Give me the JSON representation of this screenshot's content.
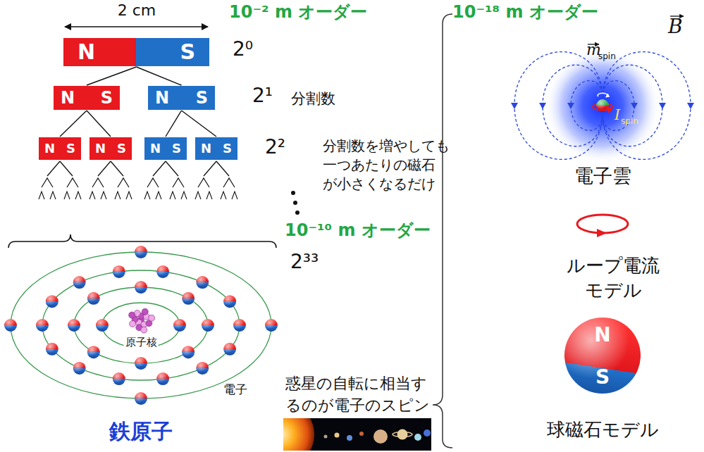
{
  "diagram": {
    "nodes": [
      {
        "text": [
          "N",
          "S"
        ]
      },
      {
        "text": [
          "N",
          "S"
        ]
      },
      {
        "text": [
          "N",
          "S"
        ]
      },
      {
        "text": [
          "N",
          "S"
        ]
      },
      {
        "text": [
          "N",
          "S"
        ]
      },
      {
        "text": [
          "N",
          "S"
        ]
      },
      {
        "text": [
          "N",
          "S"
        ]
      },
      {
        "text": [
          "N",
          "S"
        ]
      }
    ],
    "edges": [
      {
        "from": 0,
        "to": 1,
        "arrow": "none"
      },
      {
        "from": 0,
        "to": 2,
        "arrow": "none"
      },
      {
        "from": 1,
        "to": 3,
        "arrow": "none"
      },
      {
        "from": 1,
        "to": 4,
        "arrow": "none"
      },
      {
        "from": 2,
        "to": 5,
        "arrow": "none"
      },
      {
        "from": 2,
        "to": 6,
        "arrow": "none"
      }
    ],
    "labels": [
      "2 cm",
      "10⁻² m オーダー",
      "2⁰",
      "2¹",
      "分割数",
      "2²",
      "分割数を増やしても 一つあたりの磁石 が小さくなるだけ",
      "10⁻¹⁰ m オーダー",
      "2³³",
      "原子核",
      "電子",
      "鉄原子",
      "惑星の自転に相当す るのが電子のスピン",
      "10⁻¹⁸ m オーダー",
      "m",
      "spin",
      "B",
      "I",
      "spin",
      "電子雲",
      "ループ電流 モデル",
      "球磁石モデル"
    ]
  }
}
